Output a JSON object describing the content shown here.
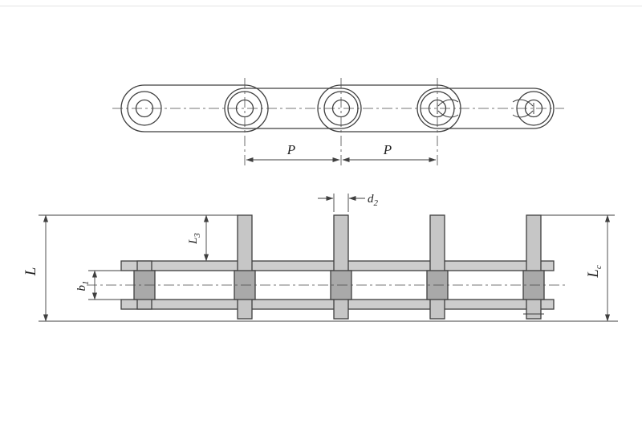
{
  "drawing": {
    "labels": {
      "pitch1": "P",
      "pitch2": "P",
      "d2_base": "d",
      "d2_sub": "2",
      "l3_base": "L",
      "l3_sub": "3",
      "l": "L",
      "b1_base": "b",
      "b1_sub": "1",
      "lc_base": "L",
      "lc_sub": "c"
    },
    "colors": {
      "line": "#3f3f3f",
      "plate_fill": "#cdcdcd",
      "pin_fill": "#c6c6c6",
      "roller_fill": "#a9a9a9",
      "background": "#ffffff"
    }
  }
}
